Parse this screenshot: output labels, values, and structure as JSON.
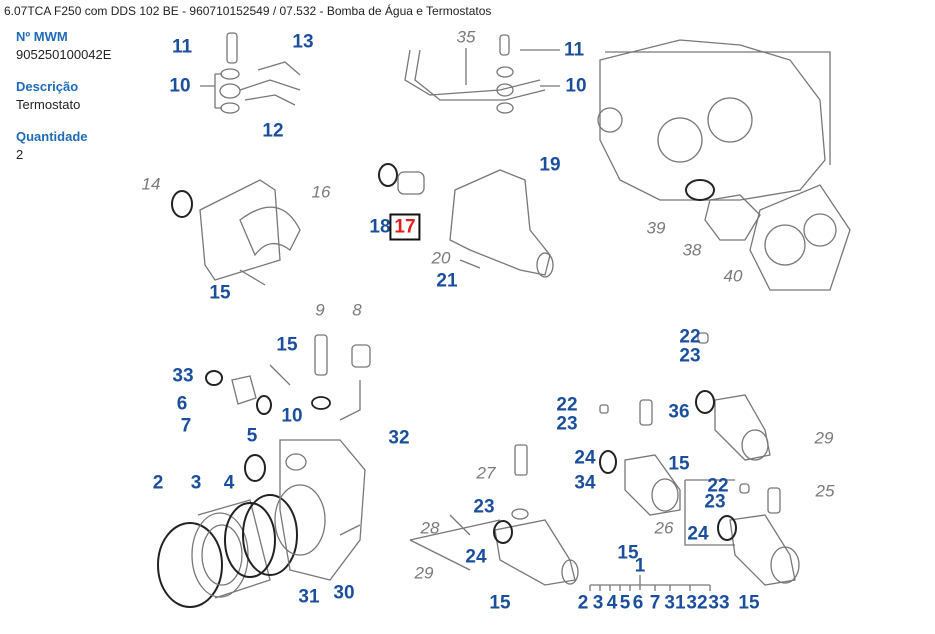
{
  "header": {
    "title": "6.07TCA F250 com DDS 102 BE - 960710152549  /  07.532 - Bomba de Água e Termostatos"
  },
  "details": [
    {
      "label": "Nº MWM",
      "value": "905250100042E"
    },
    {
      "label": "Descrição",
      "value": "Termostato"
    },
    {
      "label": "Quantidade",
      "value": "2"
    }
  ],
  "callouts": [
    "11",
    "13",
    "10",
    "12",
    "35",
    "11",
    "10",
    "14",
    "16",
    "15",
    "19",
    "18",
    "17",
    "20",
    "21",
    "39",
    "38",
    "40",
    "9",
    "8",
    "15",
    "33",
    "6",
    "7",
    "10",
    "5",
    "32",
    "2",
    "3",
    "4",
    "31",
    "30",
    "27",
    "23",
    "28",
    "24",
    "29",
    "15",
    "22",
    "23",
    "22",
    "23",
    "36",
    "29",
    "24",
    "15",
    "34",
    "25",
    "22",
    "23",
    "26",
    "24",
    "15",
    "1",
    "2",
    "3",
    "4",
    "5",
    "6",
    "7",
    "31",
    "32",
    "33",
    "15"
  ],
  "selected_callout": "17",
  "colors": {
    "callout": "#1b4f9e",
    "selected": "#e41c1c",
    "secondary": "#7a7a7a",
    "label": "#1e6bb8"
  }
}
